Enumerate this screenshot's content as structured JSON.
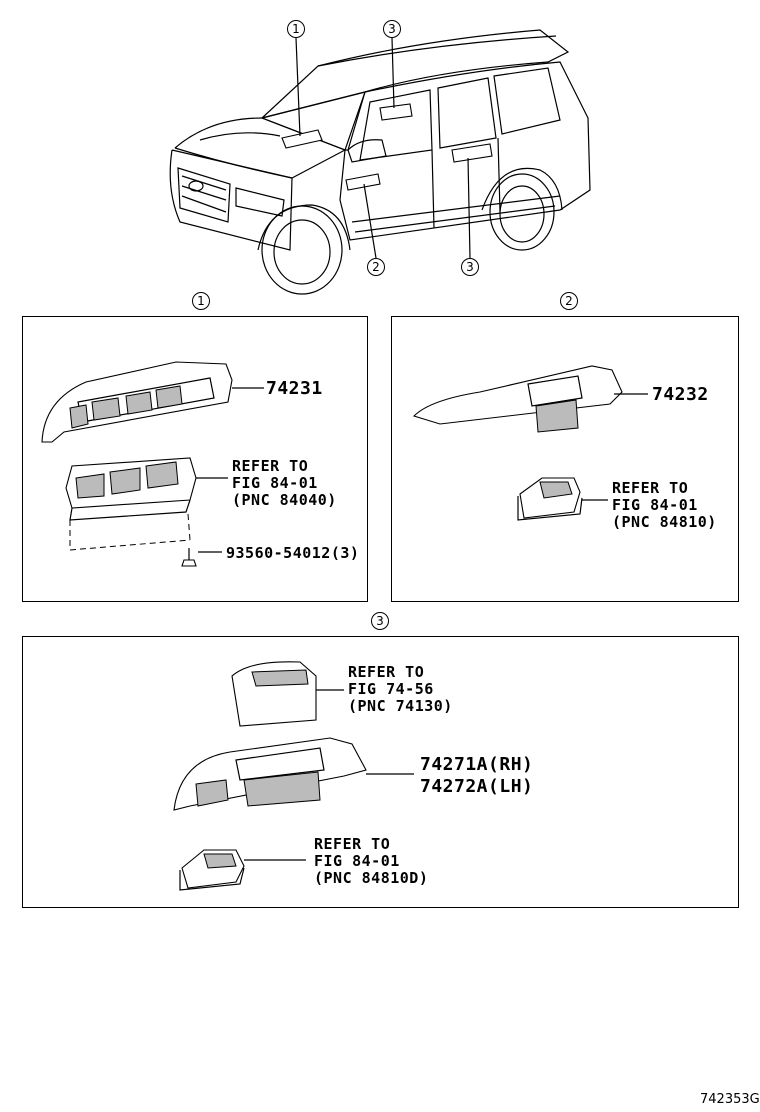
{
  "callouts": {
    "car_1": "1",
    "car_2": "2",
    "car_3_top": "3",
    "car_3_bottom": "3",
    "panel_1": "1",
    "panel_2": "2",
    "panel_3": "3"
  },
  "panel_1": {
    "part_upper": "74231",
    "refer_switch": [
      "REFER TO",
      "FIG 84-01",
      "(PNC 84040)"
    ],
    "screw": "93560-54012(3)"
  },
  "panel_2": {
    "part_upper": "74232",
    "refer_switch": [
      "REFER TO",
      "FIG 84-01",
      "(PNC 84810)"
    ]
  },
  "panel_3": {
    "refer_cup": [
      "REFER TO",
      "FIG 74-56",
      "(PNC 74130)"
    ],
    "part_rh": "74271A(RH)",
    "part_lh": "74272A(LH)",
    "refer_switch": [
      "REFER TO",
      "FIG 84-01",
      "(PNC 84810D)"
    ]
  },
  "figure_id": "742353G"
}
